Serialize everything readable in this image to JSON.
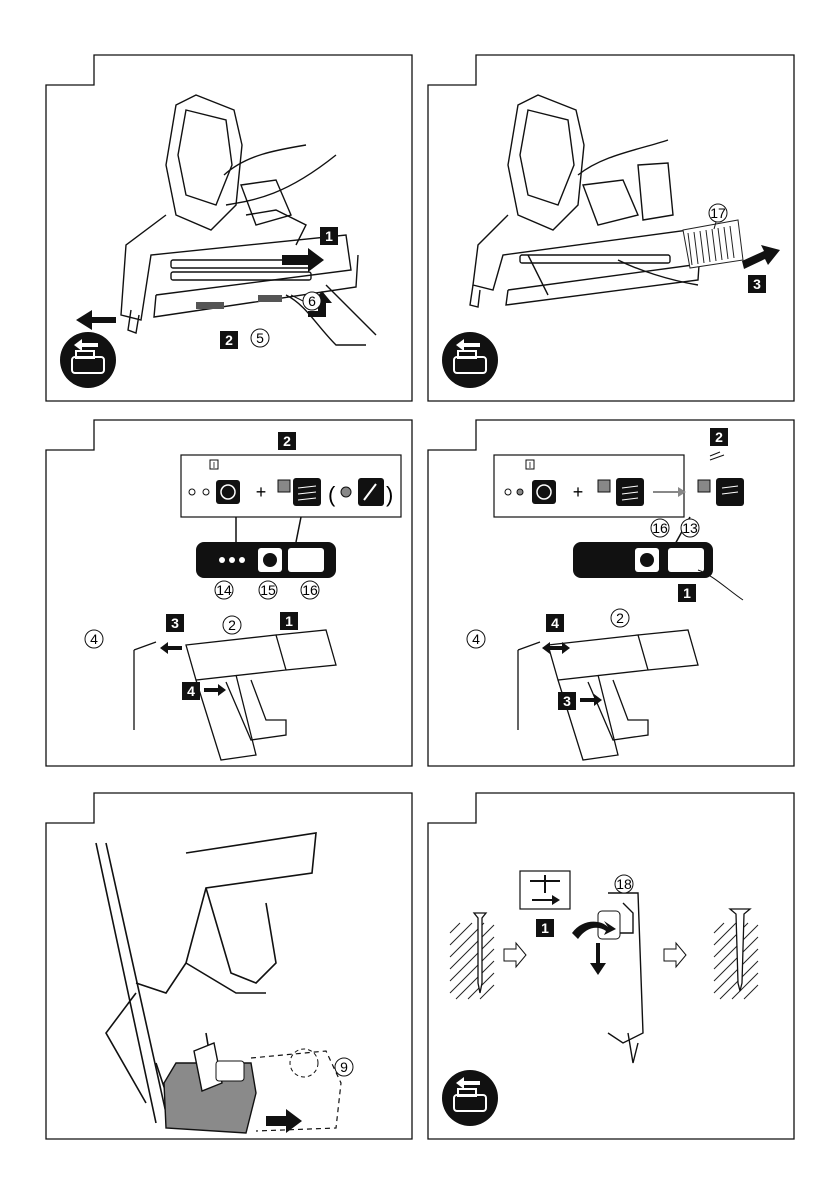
{
  "panels": [
    {
      "id": "panel-remove-magazine",
      "steps": [
        "1",
        "2"
      ],
      "callouts": [
        "6",
        "5"
      ],
      "icon": "battery-remove-icon"
    },
    {
      "id": "panel-remove-nails",
      "steps": [
        "3"
      ],
      "callouts": [
        "17"
      ],
      "icon": "battery-remove-icon"
    },
    {
      "id": "panel-mode-select",
      "steps": [
        "2",
        "1",
        "3",
        "4"
      ],
      "callouts": [
        "14",
        "15",
        "16",
        "4",
        "2"
      ],
      "symbols": [
        "I",
        "+"
      ]
    },
    {
      "id": "panel-mode-bump",
      "steps": [
        "2",
        "1",
        "4",
        "3"
      ],
      "callouts": [
        "16",
        "13",
        "4",
        "2"
      ],
      "symbols": [
        "I",
        "+"
      ]
    },
    {
      "id": "panel-battery",
      "callouts": [
        "9"
      ]
    },
    {
      "id": "panel-depth-adjust",
      "steps": [
        "1"
      ],
      "callouts": [
        "18"
      ],
      "icon": "battery-remove-icon"
    }
  ],
  "colors": {
    "ink": "#111111",
    "battery": "#8a8a8a",
    "hatch": "#222222"
  }
}
